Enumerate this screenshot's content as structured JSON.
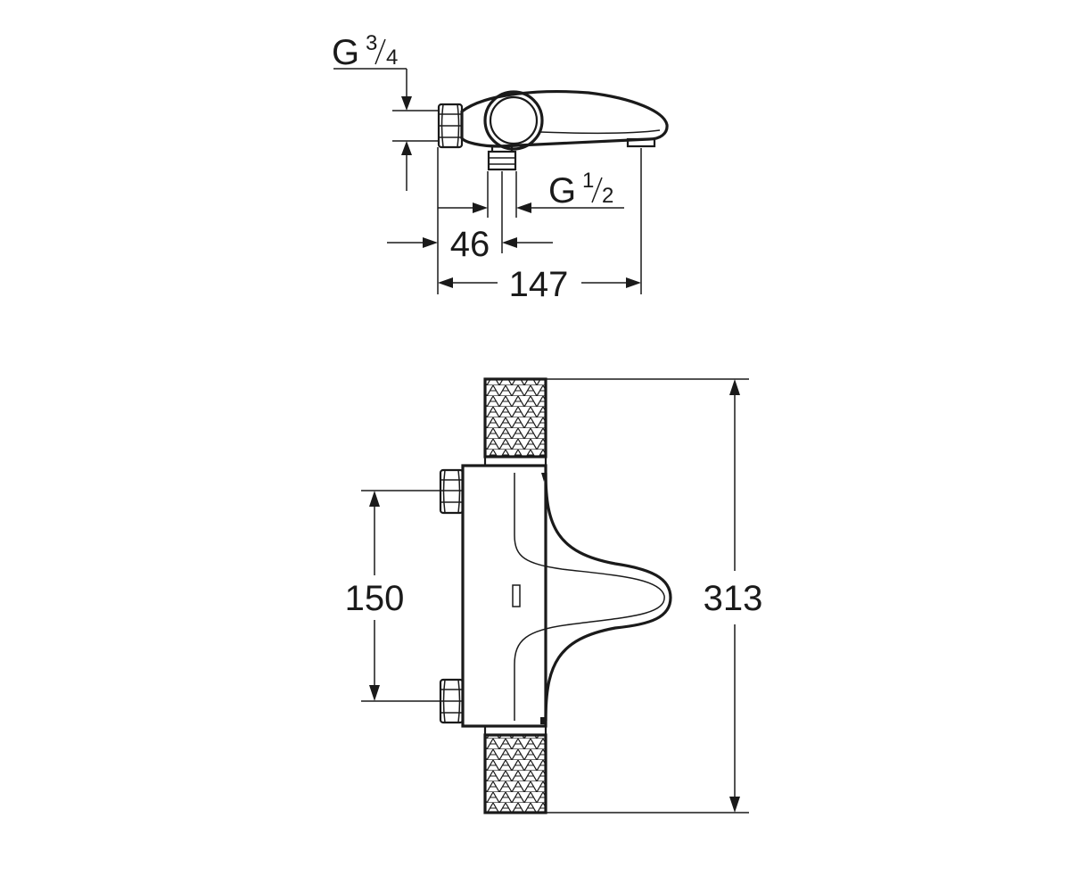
{
  "top_view": {
    "inlet_thread": {
      "prefix": "G",
      "numerator": "3",
      "denominator": "4"
    },
    "outlet_thread": {
      "prefix": "G",
      "numerator": "1",
      "denominator": "2"
    },
    "dim_outlet_offset": "46",
    "dim_overall_depth": "147"
  },
  "front_view": {
    "dim_inlet_centers": "150",
    "dim_overall_width": "313"
  }
}
